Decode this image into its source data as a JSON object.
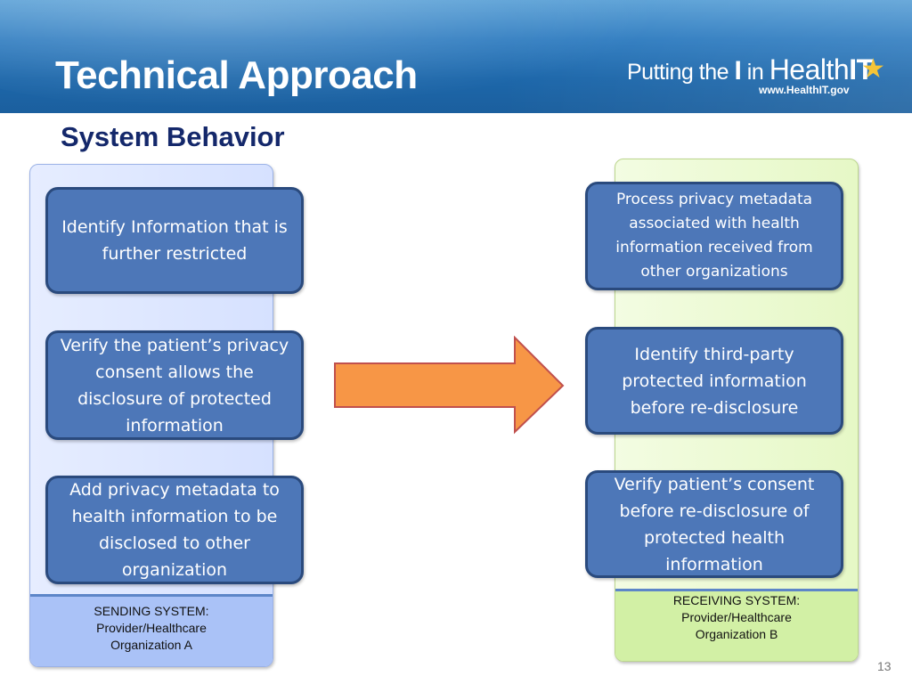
{
  "slide": {
    "title": "Technical Approach",
    "subtitle": "System Behavior",
    "page_number": "13"
  },
  "logo": {
    "text_putting": "Putting the ",
    "text_i": "I",
    "text_in": " in ",
    "text_health": "Health",
    "text_it": "IT",
    "url": "www.HealthIT.gov",
    "star_icon": "star-icon",
    "star_color": "#f5c437"
  },
  "sending": {
    "boxes": [
      "Identify Information that is further restricted",
      "Verify the patient’s privacy consent allows the disclosure of protected information",
      "Add privacy metadata to health information to be disclosed to other organization"
    ],
    "footer": [
      "SENDING SYSTEM:",
      "Provider/Healthcare",
      "Organization A"
    ]
  },
  "receiving": {
    "boxes": [
      "Process privacy metadata associated with health information received from other organizations",
      "Identify third-party protected information before re-disclosure",
      "Verify patient’s consent before re-disclosure of protected health information"
    ],
    "footer": [
      "RECEIVING SYSTEM:",
      "Provider/Healthcare",
      "Organization B"
    ]
  },
  "colors": {
    "banner": "#1d67aa",
    "subtitle": "#14286b",
    "box_fill": "#4d77b8",
    "box_border": "#2a4a7d",
    "arrow_fill": "#f79646",
    "arrow_stroke": "#c0504d"
  }
}
